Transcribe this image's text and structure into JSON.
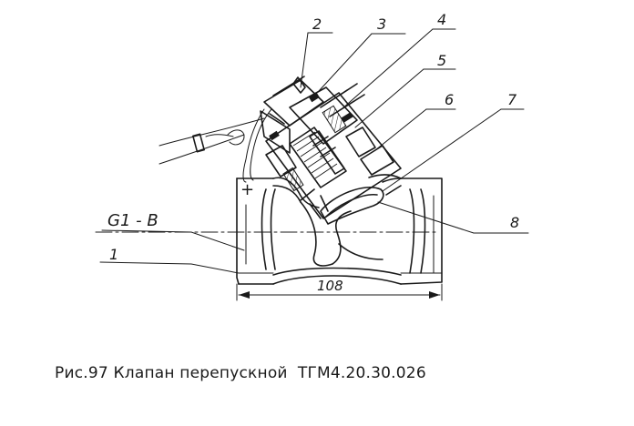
{
  "callouts": [
    "1",
    "2",
    "3",
    "4",
    "5",
    "6",
    "7",
    "8"
  ],
  "thread_label": "G1 - B",
  "dimension_label": "108",
  "symbol_plus": "+",
  "caption": "Рис.97 Клапан перепускной  ТГМ4.20.30.026"
}
